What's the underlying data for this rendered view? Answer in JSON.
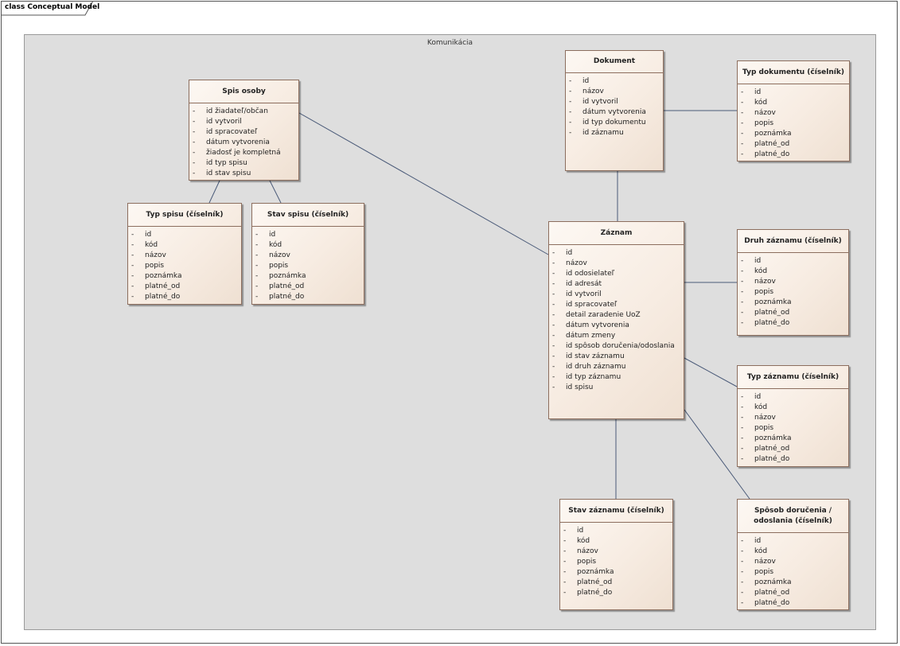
{
  "frame": {
    "title": "class Conceptual Model"
  },
  "package": {
    "title": "Komunikácia"
  },
  "classes": {
    "spis_osoby": {
      "name": "Spis osoby",
      "attributes": [
        "id žiadateľ/občan",
        "id vytvoril",
        "id spracovateľ",
        "dátum vytvorenia",
        "žiadosť je kompletná",
        "id typ spisu",
        "id stav spisu"
      ]
    },
    "typ_spisu": {
      "name": "Typ spisu (číselník)",
      "attributes": [
        "id",
        "kód",
        "názov",
        "popis",
        "poznámka",
        "platné_od",
        "platné_do"
      ]
    },
    "stav_spisu": {
      "name": "Stav spisu (číselník)",
      "attributes": [
        "id",
        "kód",
        "názov",
        "popis",
        "poznámka",
        "platné_od",
        "platné_do"
      ]
    },
    "dokument": {
      "name": "Dokument",
      "attributes": [
        "id",
        "názov",
        "id vytvoril",
        "dátum vytvorenia",
        "id typ dokumentu",
        "id záznamu"
      ]
    },
    "typ_dokumentu": {
      "name": "Typ dokumentu (číselník)",
      "attributes": [
        "id",
        "kód",
        "názov",
        "popis",
        "poznámka",
        "platné_od",
        "platné_do"
      ]
    },
    "zaznam": {
      "name": "Záznam",
      "attributes": [
        "id",
        "názov",
        "id odosielateľ",
        "id adresát",
        "id vytvoril",
        "id spracovateľ",
        "detail zaradenie UoZ",
        "dátum vytvorenia",
        "dátum zmeny",
        "id spôsob doručenia/odoslania",
        "id stav záznamu",
        "id druh záznamu",
        "id typ záznamu",
        "id spisu"
      ]
    },
    "druh_zaznamu": {
      "name": "Druh záznamu (číselník)",
      "attributes": [
        "id",
        "kód",
        "názov",
        "popis",
        "poznámka",
        "platné_od",
        "platné_do"
      ]
    },
    "typ_zaznamu": {
      "name": "Typ záznamu (číselník)",
      "attributes": [
        "id",
        "kód",
        "názov",
        "popis",
        "poznámka",
        "platné_od",
        "platné_do"
      ]
    },
    "stav_zaznamu": {
      "name": "Stav záznamu (číselník)",
      "attributes": [
        "id",
        "kód",
        "názov",
        "popis",
        "poznámka",
        "platné_od",
        "platné_do"
      ]
    },
    "sposob_dorucenia": {
      "name": "Spôsob doručenia / odoslania (číselník)",
      "attributes": [
        "id",
        "kód",
        "názov",
        "popis",
        "poznámka",
        "platné_od",
        "platné_do"
      ]
    }
  },
  "attribute_marker": "-",
  "connections": [
    [
      "spis_osoby",
      "typ_spisu"
    ],
    [
      "spis_osoby",
      "stav_spisu"
    ],
    [
      "spis_osoby",
      "zaznam"
    ],
    [
      "dokument",
      "zaznam"
    ],
    [
      "dokument",
      "typ_dokumentu"
    ],
    [
      "zaznam",
      "druh_zaznamu"
    ],
    [
      "zaznam",
      "typ_zaznamu"
    ],
    [
      "zaznam",
      "stav_zaznamu"
    ],
    [
      "zaznam",
      "sposob_dorucenia"
    ]
  ]
}
